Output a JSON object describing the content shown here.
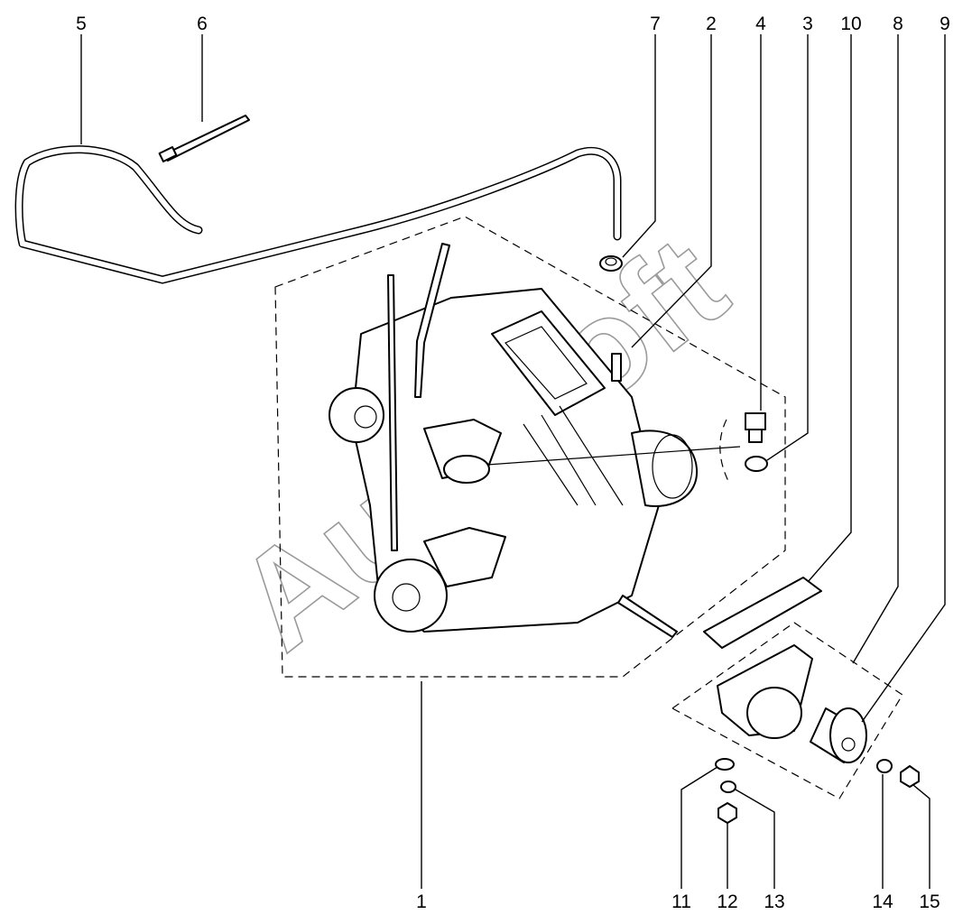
{
  "diagram": {
    "watermark": "AutoSoft",
    "callouts": {
      "c1": "1",
      "c2": "2",
      "c3": "3",
      "c4": "4",
      "c5": "5",
      "c6": "6",
      "c7": "7",
      "c8": "8",
      "c9": "9",
      "c10": "10",
      "c11": "11",
      "c12": "12",
      "c13": "13",
      "c14": "14",
      "c15": "15"
    }
  }
}
